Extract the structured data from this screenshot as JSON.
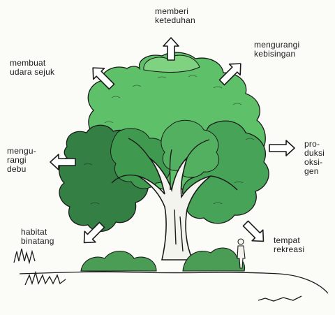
{
  "benefits": [
    {
      "id": "top",
      "text": "memberi\nketeduhan"
    },
    {
      "id": "top-right",
      "text": "mengurangi\nkebisingan"
    },
    {
      "id": "top-left",
      "text": "membuat\nudara sejuk"
    },
    {
      "id": "left",
      "text": "mengu-\nrangi\ndebu"
    },
    {
      "id": "right",
      "text": "pro-\nduksi\noksi-\ngen"
    },
    {
      "id": "bottom-left",
      "text": "habitat\nbinatang"
    },
    {
      "id": "bottom-right",
      "text": "tempat\nrekreasi"
    }
  ],
  "colors": {
    "canopy_light": "#5fc06a",
    "canopy_mid": "#46a357",
    "canopy_dark": "#347f43",
    "trunk": "#f4f4ee",
    "outline": "#1a1a1a",
    "ground_shrub": "#4b9c55"
  }
}
